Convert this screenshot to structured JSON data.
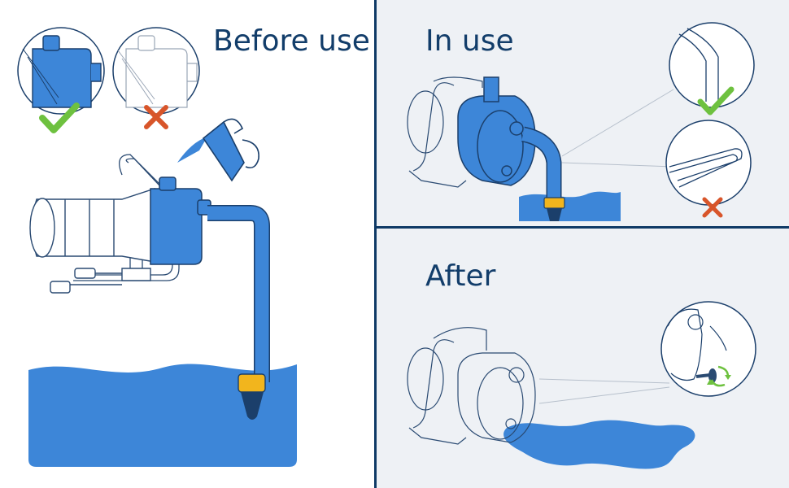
{
  "panels": {
    "before": {
      "title": "Before use"
    },
    "in_use": {
      "title": "In use"
    },
    "after": {
      "title": "After"
    }
  },
  "colors": {
    "pump_blue": "#3d86d8",
    "water_blue": "#3d86d8",
    "outline": "#1b3f6b",
    "sketch": "#9aa6b6",
    "accent_yellow": "#f2b51d",
    "check_green": "#6ec13f",
    "cross_red": "#d8552a",
    "title_navy": "#123d6a",
    "panel_bg": "#eef1f5",
    "divider": "#0f3a66"
  },
  "icons": [
    "check-icon",
    "cross-icon",
    "rotate-arrow-icon",
    "drain-screw-icon"
  ]
}
